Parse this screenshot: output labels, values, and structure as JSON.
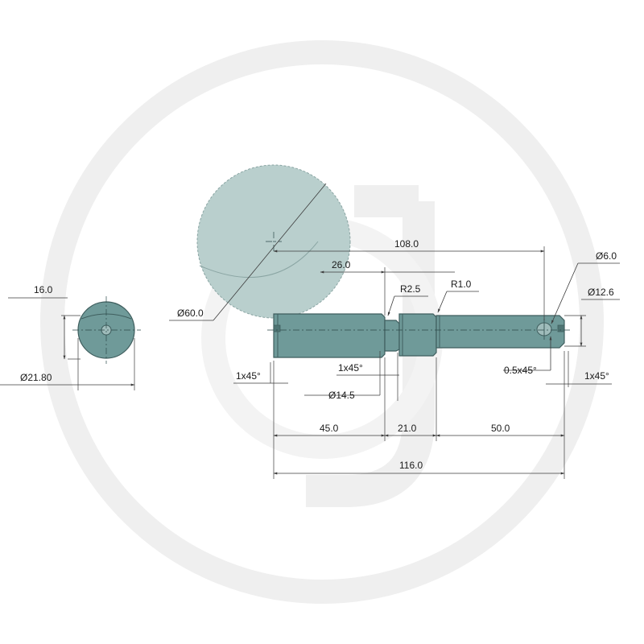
{
  "drawing": {
    "watermark_color": "#eeeeee",
    "part_color": "#6f9a99",
    "detail_circle_color": "#b9cfcd"
  },
  "dimensions": {
    "total_length": "116.0",
    "length_to_hole": "108.0",
    "collar_width": "26.0",
    "segment_1": "45.0",
    "segment_2": "21.0",
    "segment_3": "50.0",
    "detail_circle_dia": "Ø60.0",
    "end_view_dia": "Ø21.80",
    "end_view_flat": "16.0",
    "neck_dia": "Ø14.5",
    "hole_dia": "Ø6.0",
    "shaft_dia": "Ø12.6",
    "radius_1": "R2.5",
    "radius_2": "R1.0",
    "chamfer_left": "1x45°",
    "chamfer_neck": "1x45°",
    "chamfer_hole": "0.5x45°",
    "chamfer_right": "1x45°"
  }
}
